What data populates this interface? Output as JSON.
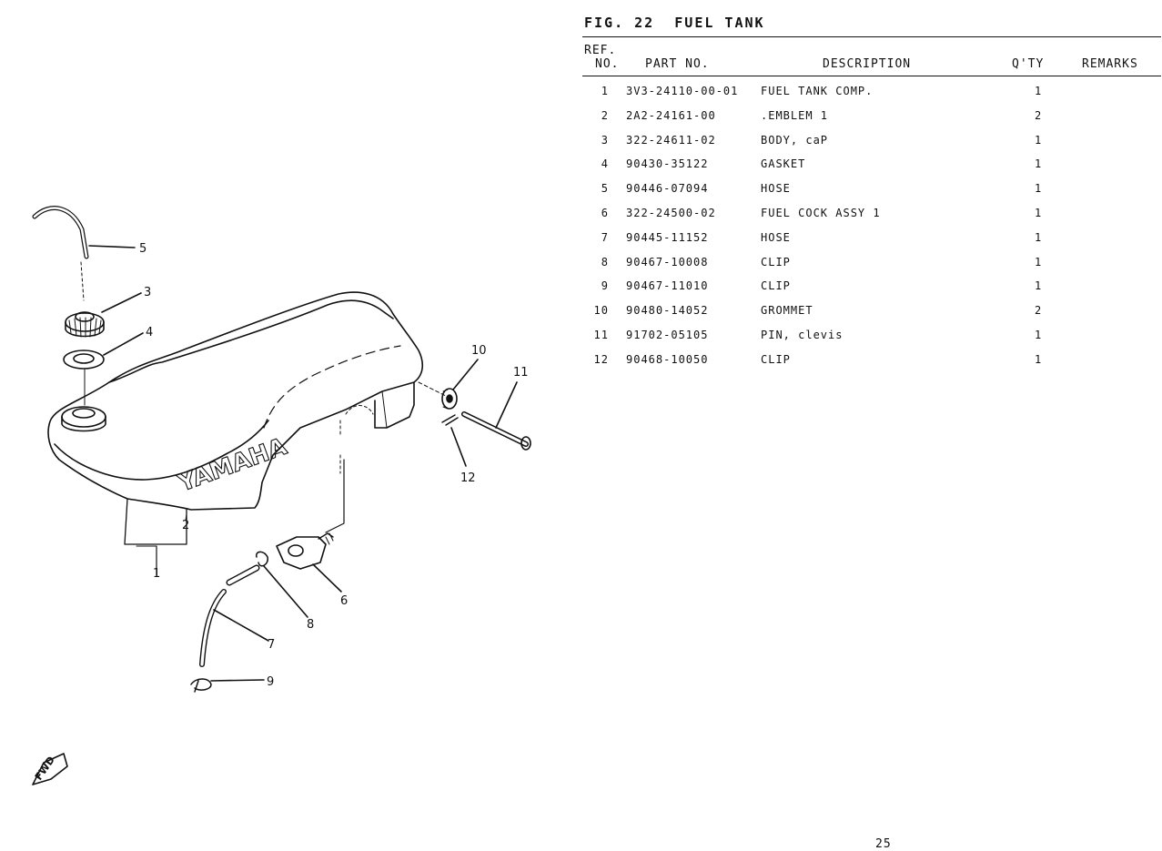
{
  "figure": {
    "title": "FIG. 22  FUEL TANK"
  },
  "table": {
    "headers": {
      "ref_line1": "REF.",
      "ref_line2": "NO.",
      "part_no": "PART NO.",
      "description": "DESCRIPTION",
      "qty": "Q'TY",
      "remarks": "REMARKS"
    },
    "rows": [
      {
        "ref": "1",
        "part_no": "3V3-24110-00-01",
        "description": "FUEL TANK COMP.",
        "qty": "1"
      },
      {
        "ref": "2",
        "part_no": "2A2-24161-00",
        "description": ".EMBLEM 1",
        "qty": "2"
      },
      {
        "ref": "3",
        "part_no": "322-24611-02",
        "description": "BODY, caP",
        "qty": "1"
      },
      {
        "ref": "4",
        "part_no": "90430-35122",
        "description": "GASKET",
        "qty": "1"
      },
      {
        "ref": "5",
        "part_no": "90446-07094",
        "description": "HOSE",
        "qty": "1"
      },
      {
        "ref": "6",
        "part_no": "322-24500-02",
        "description": "FUEL COCK ASSY 1",
        "qty": "1"
      },
      {
        "ref": "7",
        "part_no": "90445-11152",
        "description": "HOSE",
        "qty": "1"
      },
      {
        "ref": "8",
        "part_no": "90467-10008",
        "description": "CLIP",
        "qty": "1"
      },
      {
        "ref": "9",
        "part_no": "90467-11010",
        "description": "CLIP",
        "qty": "1"
      },
      {
        "ref": "10",
        "part_no": "90480-14052",
        "description": "GROMMET",
        "qty": "2"
      },
      {
        "ref": "11",
        "part_no": "91702-05105",
        "description": "PIN, clevis",
        "qty": "1"
      },
      {
        "ref": "12",
        "part_no": "90468-10050",
        "description": "CLIP",
        "qty": "1"
      }
    ]
  },
  "diagram": {
    "brand_text": "YAMAHA",
    "fwd_text": "FWD",
    "callouts": [
      "1",
      "2",
      "3",
      "4",
      "5",
      "6",
      "7",
      "8",
      "9",
      "10",
      "11",
      "12"
    ]
  },
  "page": {
    "number": "25"
  }
}
